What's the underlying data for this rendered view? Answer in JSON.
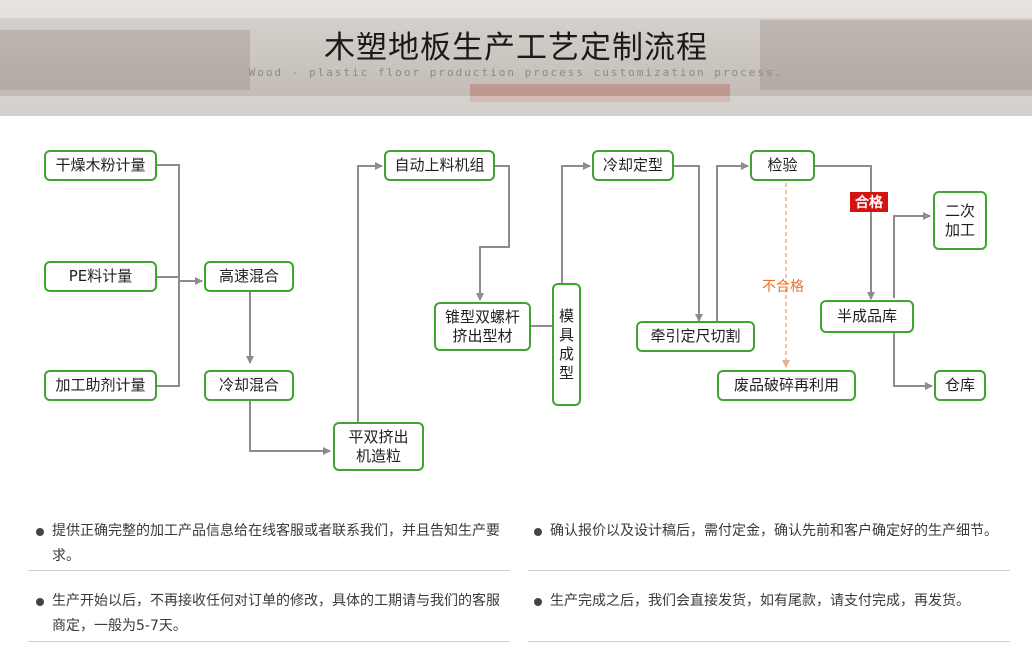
{
  "header": {
    "title": "木塑地板生产工艺定制流程",
    "subtitle": "Wood - plastic floor production process customization process."
  },
  "flow": {
    "dry_wood_powder": "干燥木粉计量",
    "pe_metering": "PE料计量",
    "additive_metering": "加工助剂计量",
    "high_speed_mixing": "高速混合",
    "cooling_mixing": "冷却混合",
    "twin_extruder_pelletizer": "平双挤出\n机造粒",
    "auto_feeder": "自动上料机组",
    "conical_twin_screw": "锥型双螺杆\n挤出型材",
    "mold_forming": "模\n具\n成\n型",
    "cooling_shaping": "冷却定型",
    "traction_cutting": "牵引定尺切割",
    "inspection": "检验",
    "pass_label": "合格",
    "fail_label": "不合格",
    "semi_finished": "半成品库",
    "secondary_processing": "二次\n加工",
    "warehouse": "仓库",
    "waste_recycling": "废品破碎再利用"
  },
  "colors": {
    "node_border": "#3ea52f",
    "arrow": "#8c8c8c",
    "pass_badge": "#d4120f",
    "fail": "#e8732f"
  },
  "notes": [
    "提供正确完整的加工产品信息给在线客服或者联系我们，并且告知生产要求。",
    "确认报价以及设计稿后，需付定金，确认先前和客户确定好的生产细节。",
    "生产开始以后，不再接收任何对订单的修改，具体的工期请与我们的客服商定，一般为5-7天。",
    "生产完成之后，我们会直接发货，如有尾款，请支付完成，再发货。"
  ]
}
